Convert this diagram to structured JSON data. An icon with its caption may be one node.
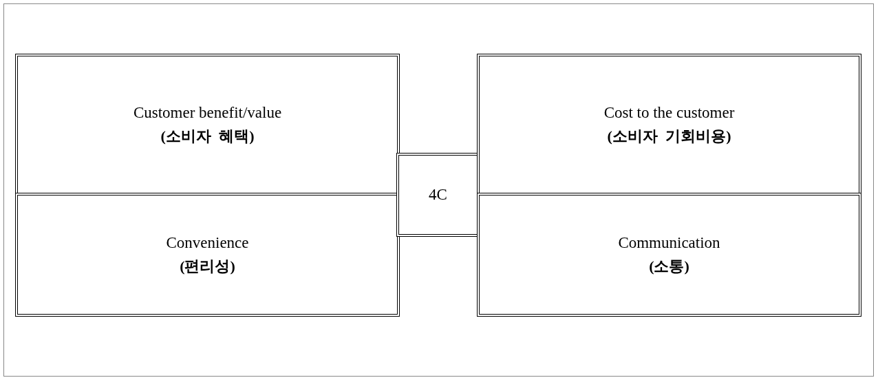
{
  "diagram": {
    "nodes": [
      {
        "text": [
          "Customer benefit/value",
          "(소비자 혜택)"
        ]
      },
      {
        "text": [
          "Convenience",
          "(편리성)"
        ]
      },
      {
        "text": [
          "4C"
        ]
      },
      {
        "text": [
          "Cost to the customer",
          "(소비자 기회비용)"
        ]
      },
      {
        "text": [
          "Communication",
          "(소통)"
        ]
      }
    ]
  }
}
